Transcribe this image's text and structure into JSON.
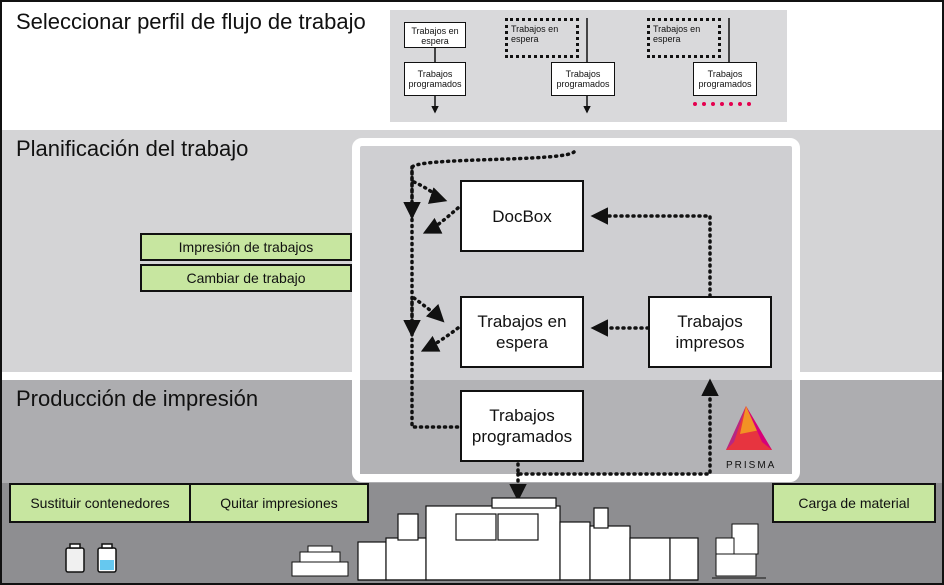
{
  "sections": {
    "workflow_profile_title": "Seleccionar perfil de flujo de trabajo",
    "planning_title": "Planificación del trabajo",
    "production_title": "Producción de impresión"
  },
  "profiles": [
    {
      "top": "Trabajos en espera",
      "bottom": "Trabajos programados"
    },
    {
      "top": "Trabajos en espera",
      "bottom": "Trabajos programados"
    },
    {
      "top": "Trabajos en espera",
      "bottom": "Trabajos programados"
    }
  ],
  "nodes": {
    "docbox": "DocBox",
    "held": "Trabajos en espera",
    "printed": "Trabajos impresos",
    "scheduled": "Trabajos programados"
  },
  "actions": {
    "print_jobs": "Impresión de trabajos",
    "change_job": "Cambiar de trabajo",
    "replace_containers": "Sustituir contenedores",
    "remove_prints": "Quitar impresiones",
    "load_media": "Carga de material"
  },
  "logo": {
    "name": "PRISMA"
  },
  "colors": {
    "green_button": "#c7e6a0",
    "red_dots": "#e5004f"
  }
}
